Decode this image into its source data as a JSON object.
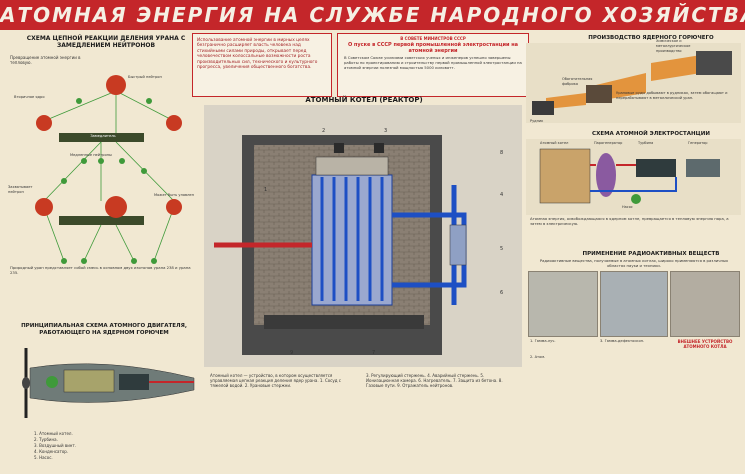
{
  "poster": {
    "title": "АТОМНАЯ ЭНЕРГИЯ НА СЛУЖБЕ НАРОДНОГО ХОЗЯЙСТВА"
  },
  "chain": {
    "title": "СХЕМА ЦЕПНОЙ РЕАКЦИИ ДЕЛЕНИЯ УРАНА С ЗАМЕДЛЕНИЕМ НЕЙТРОНОВ",
    "intro": "Превращение атомной энергии в тепловую.",
    "labels": [
      "Вторичное ядро",
      "Быстрый нейтрон",
      "Замедлитель",
      "Медленные нейтроны",
      "Может быть уловлен",
      "Захватывает нейтрон"
    ],
    "notes": "Природный уран представляет собой смесь в основном двух изотопов урана 238 и урана 235."
  },
  "engine": {
    "title": "ПРИНЦИПИАЛЬНАЯ СХЕМА АТОМНОГО ДВИГАТЕЛЯ, РАБОТАЮЩЕГО НА ЯДЕРНОМ ГОРЮЧЕМ",
    "legend": [
      "1. Атомный котел.",
      "2. Турбина.",
      "3. Воздушный винт.",
      "4. Конденсатор.",
      "5. Насос."
    ]
  },
  "intro_box": {
    "text": "Использование атомной энергии в мирных целях безгранично расширяет власть человека над стихийными силами природы, открывает перед человечеством колоссальные возможности роста производительных сил, технического и культурного прогресса, увеличения общественного богатства."
  },
  "decree_box": {
    "heading": "В СОВЕТЕ МИНИСТРОВ СССР",
    "title": "О пуске в СССР первой промышленной электростанции на атомной энергии",
    "text": "В Советском Союзе усилиями советских ученых и инженеров успешно завершены работы по проектированию и строительству первой промышленной электростанции на атомной энергии полезной мощностью 5000 киловатт."
  },
  "reactor": {
    "title": "АТОМНЫЙ КОТЕЛ (реактор)",
    "numbers": [
      "1",
      "2",
      "3",
      "4",
      "5",
      "6",
      "7",
      "8",
      "9"
    ],
    "text_left": "Атомный котел — устройство, в котором осуществляется управляемая цепная реакция деления ядер урана. 1. Сосуд с тяжелой водой. 2. Урановые стержни.",
    "text_right": "3. Регулирующий стержень. 4. Аварийный стержень. 5. Ионизационная камера. 6. Нагреватель. 7. Защита из бетона. 8. Газовые пути. 9. Отражатель нейтронов."
  },
  "fuel": {
    "title": "ПРОИЗВОДСТВО ЯДЕРНОГО ГОРЮЧЕГО",
    "labels": [
      "Химическое и металлургическое производство",
      "Обогатительная фабрика",
      "Рудник"
    ],
    "text": "Урановые руды добывают в рудниках, затем обогащают и перерабатывают в металлический уран."
  },
  "plant": {
    "title": "СХЕМА АТОМНОЙ ЭЛЕКТРОСТАНЦИИ",
    "labels": [
      "Атомный котел",
      "Парогенератор",
      "Турбина",
      "Генератор",
      "Насос"
    ],
    "text": "Атомная энергия, освобождающаяся в ядерном котле, превращается в тепловую энергию пара, а затем в электрическую."
  },
  "isotopes": {
    "title": "ПРИМЕНЕНИЕ РАДИОАКТИВНЫХ ВЕЩЕСТВ",
    "text": "Радиоактивные вещества, получаемые в атомных котлах, широко применяются в различных областях науки и техники.",
    "caption_title": "ВНЕШНЕЕ УСТРОЙСТВО АТОМНОГО КОТЛА",
    "notes": [
      "1. Гамма-луч.",
      "2. Атом.",
      "3. Гамма-дефектоскоп."
    ]
  },
  "colors": {
    "red": "#c4262a",
    "uranium": "#c83a22",
    "neutron": "#3f9a3a",
    "water_blue": "#1d4fc4",
    "brick": "#7b7066"
  }
}
